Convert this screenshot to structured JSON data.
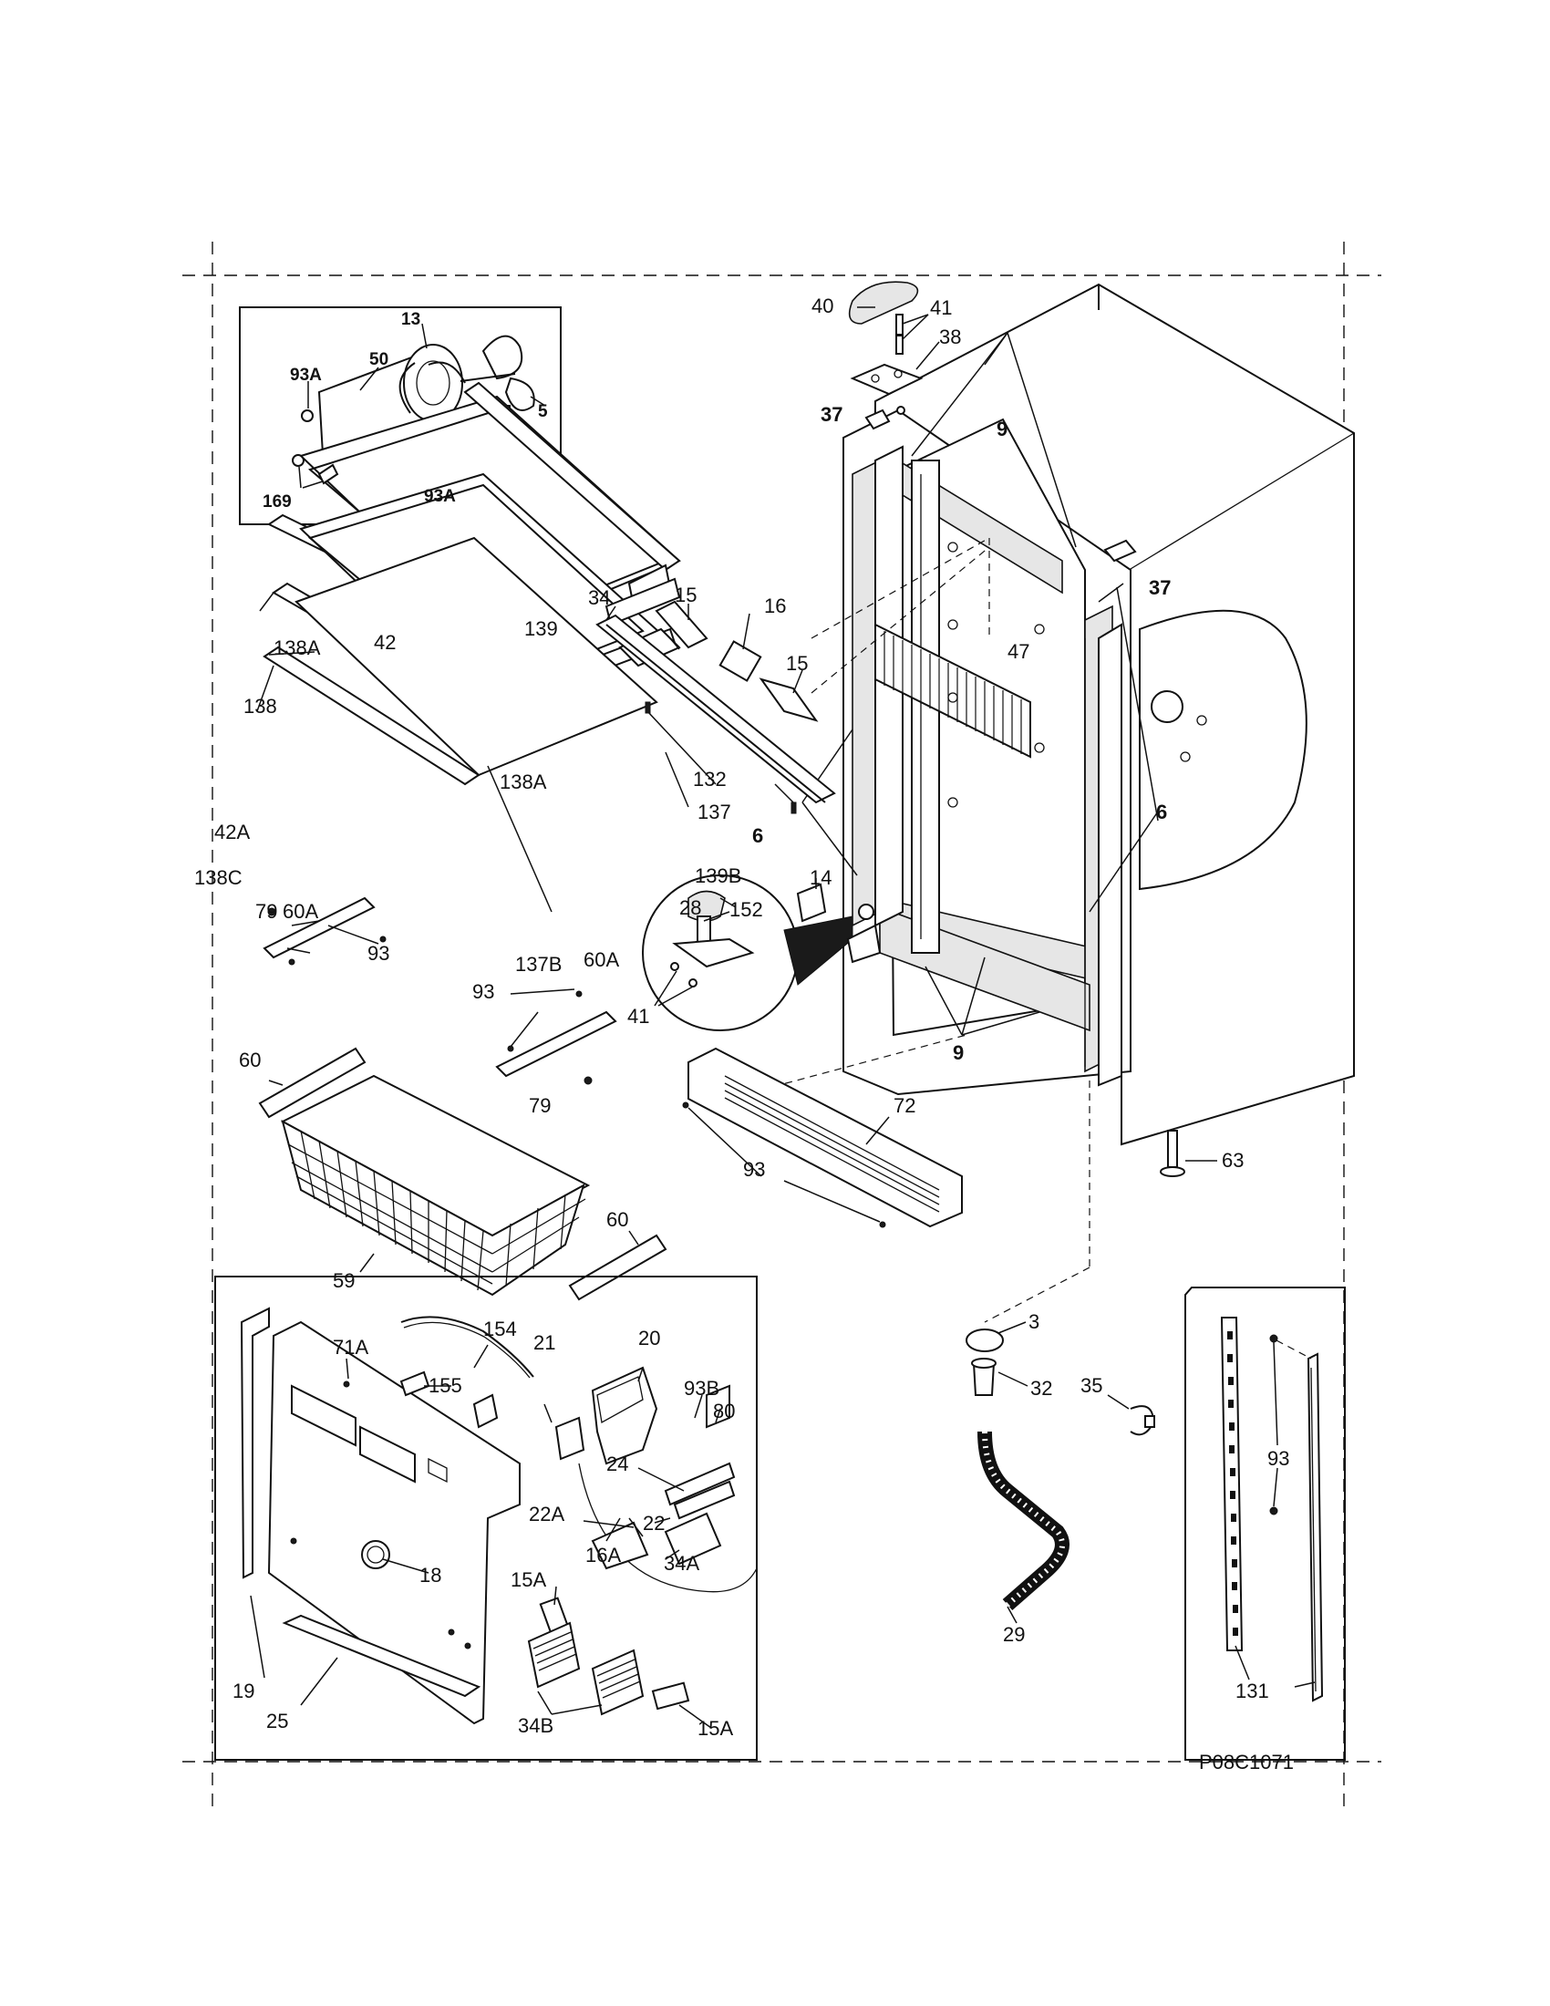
{
  "drawing_code": "P08C1071",
  "labels": {
    "l40": "40",
    "l41a": "41",
    "l38": "38",
    "l37a": "37",
    "l9a": "9",
    "l37b": "37",
    "l13": "13",
    "l50": "50",
    "l93a_1": "93A",
    "l5": "5",
    "l169": "169",
    "l93a_2": "93A",
    "l34": "34",
    "l15a": "15",
    "l16": "16",
    "l15b": "15",
    "l47": "47",
    "l132": "132",
    "l138a_1": "138A",
    "l42": "42",
    "l139": "139",
    "l138": "138",
    "l138a_2": "138A",
    "l137": "137",
    "l42a": "42A",
    "l138c": "138C",
    "l139b": "139B",
    "l6a": "6",
    "l6b": "6",
    "l14": "14",
    "l28": "28",
    "l152": "152",
    "l41b": "41",
    "l9b": "9",
    "l79a": "79",
    "l60a_1": "60A",
    "l93_1": "93",
    "l137b": "137B",
    "l93_2": "93",
    "l60a_2": "60A",
    "l60_1": "60",
    "l79b": "79",
    "l72": "72",
    "l93_3": "93",
    "l63": "63",
    "l60_2": "60",
    "l59": "59",
    "l154": "154",
    "l71a": "71A",
    "l21": "21",
    "l20": "20",
    "l93b": "93B",
    "l155": "155",
    "l80": "80",
    "l24": "24",
    "l22a": "22A",
    "l22": "22",
    "l18": "18",
    "l15a_1": "15A",
    "l16a": "16A",
    "l34a": "34A",
    "l19": "19",
    "l25": "25",
    "l34b": "34B",
    "l15a_2": "15A",
    "l3": "3",
    "l32": "32",
    "l29": "29",
    "l35": "35",
    "l93_4": "93",
    "l131": "131"
  }
}
